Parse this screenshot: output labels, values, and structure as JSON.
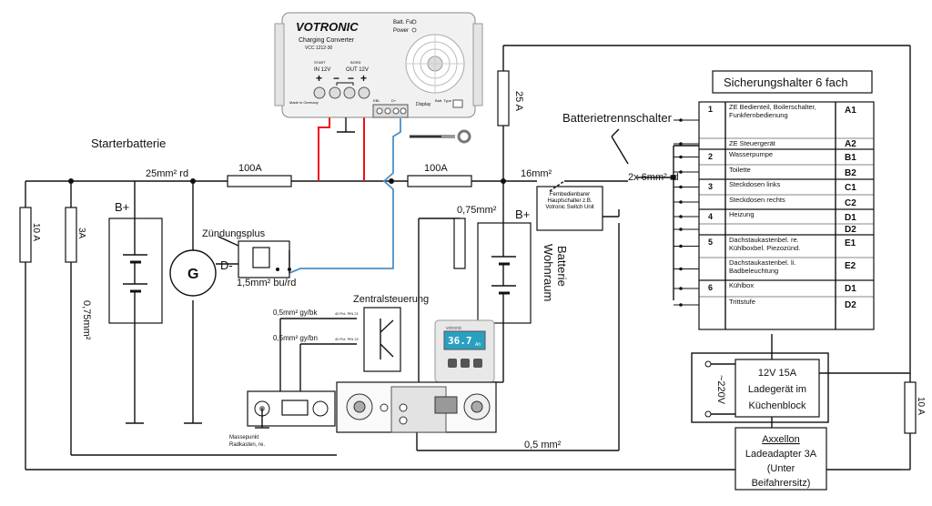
{
  "device": {
    "brand": "VOTRONIC",
    "name": "Charging Converter",
    "model": "VCC 1212-30",
    "led_full": "Batt. Full",
    "led_power": "Power",
    "in_label": "IN  12V",
    "out_label": "OUT  12V",
    "start_label": "START",
    "bord_label": "BORD",
    "made_in": "Made in Germany",
    "ebl_label": "EBL",
    "dplus_label": "D+",
    "display_label": "Display",
    "batt_type": "Batt. Type"
  },
  "labels": {
    "starter": "Starterbatterie",
    "cable_25": "25mm² rd",
    "fuse_100a_left": "100A",
    "fuse_100a_right": "100A",
    "cable_16": "16mm²",
    "fuse_25a": "25 A",
    "separator_title": "Batterietrennschalter",
    "remote_switch": "Fernbedienbarer Hauptschalter z.B. Votronic Switch Unit",
    "cable_2x6": "2x 6mm² rd",
    "fuse_10a_left": "10 A",
    "fuse_3a": "3A",
    "cable_075_left": "0,75mm²",
    "b_plus_left": "B+",
    "generator": "G",
    "ignition": "Zündungsplus",
    "d_minus": "D-",
    "cable_15": "1,5mm² bu/rd",
    "cable_075_top": "0,75mm²",
    "b_plus_right": "B+",
    "living_battery_1": "Wohnraum",
    "living_battery_2": "Batterie",
    "central_control": "Zentralsteuerung",
    "gy_bk": "0,5mm² gy/bk",
    "gy_bn": "0,5mm² gy/bn",
    "pin21": "40 Pol. PIN 21",
    "pin22": "40 Pol. PIN 22",
    "ground_1": "Massepunkt",
    "ground_2": "Radkasten, re.",
    "cable_05": "0,5 mm²",
    "monitor_brand": "votronic",
    "monitor_value": "36.7",
    "monitor_unit": "Ah",
    "fuse_10a_right": "10 A",
    "ac_voltage": "~220V",
    "charger_1": "12V 15A",
    "charger_2": "Ladegerät im",
    "charger_3": "Küchenblock",
    "adapter_1": "Axxellon",
    "adapter_2": "Ladeadapter 3A",
    "adapter_3": "(Unter",
    "adapter_4": "Beifahrersitz)"
  },
  "fuse_holder": {
    "title": "Sicherungshalter 6 fach",
    "rows": [
      {
        "num": "1",
        "desc": "ZE Bedienteil, Boilerschalter, Funkfernbedienung",
        "id": "A1"
      },
      {
        "num": "",
        "desc": "ZE Steuergerät",
        "id": "A2"
      },
      {
        "num": "2",
        "desc": "Wasserpumpe",
        "id": "B1"
      },
      {
        "num": "",
        "desc": "Toilette",
        "id": "B2"
      },
      {
        "num": "3",
        "desc": "Steckdosen links",
        "id": "C1"
      },
      {
        "num": "",
        "desc": "Steckdosen rechts",
        "id": "C2"
      },
      {
        "num": "4",
        "desc": "Heizung",
        "id": "D1"
      },
      {
        "num": "",
        "desc": "",
        "id": "D2"
      },
      {
        "num": "5",
        "desc": "Dachstaukastenbel. re. Kühlboxbel. Piezozünd.",
        "id": "E1"
      },
      {
        "num": "",
        "desc": "Dachstaukastenbel. li. Badbeleuchtung",
        "id": "E2"
      },
      {
        "num": "6",
        "desc": "Kühlbox",
        "id": "D1"
      },
      {
        "num": "",
        "desc": "Trittstufe",
        "id": "D2"
      }
    ]
  }
}
